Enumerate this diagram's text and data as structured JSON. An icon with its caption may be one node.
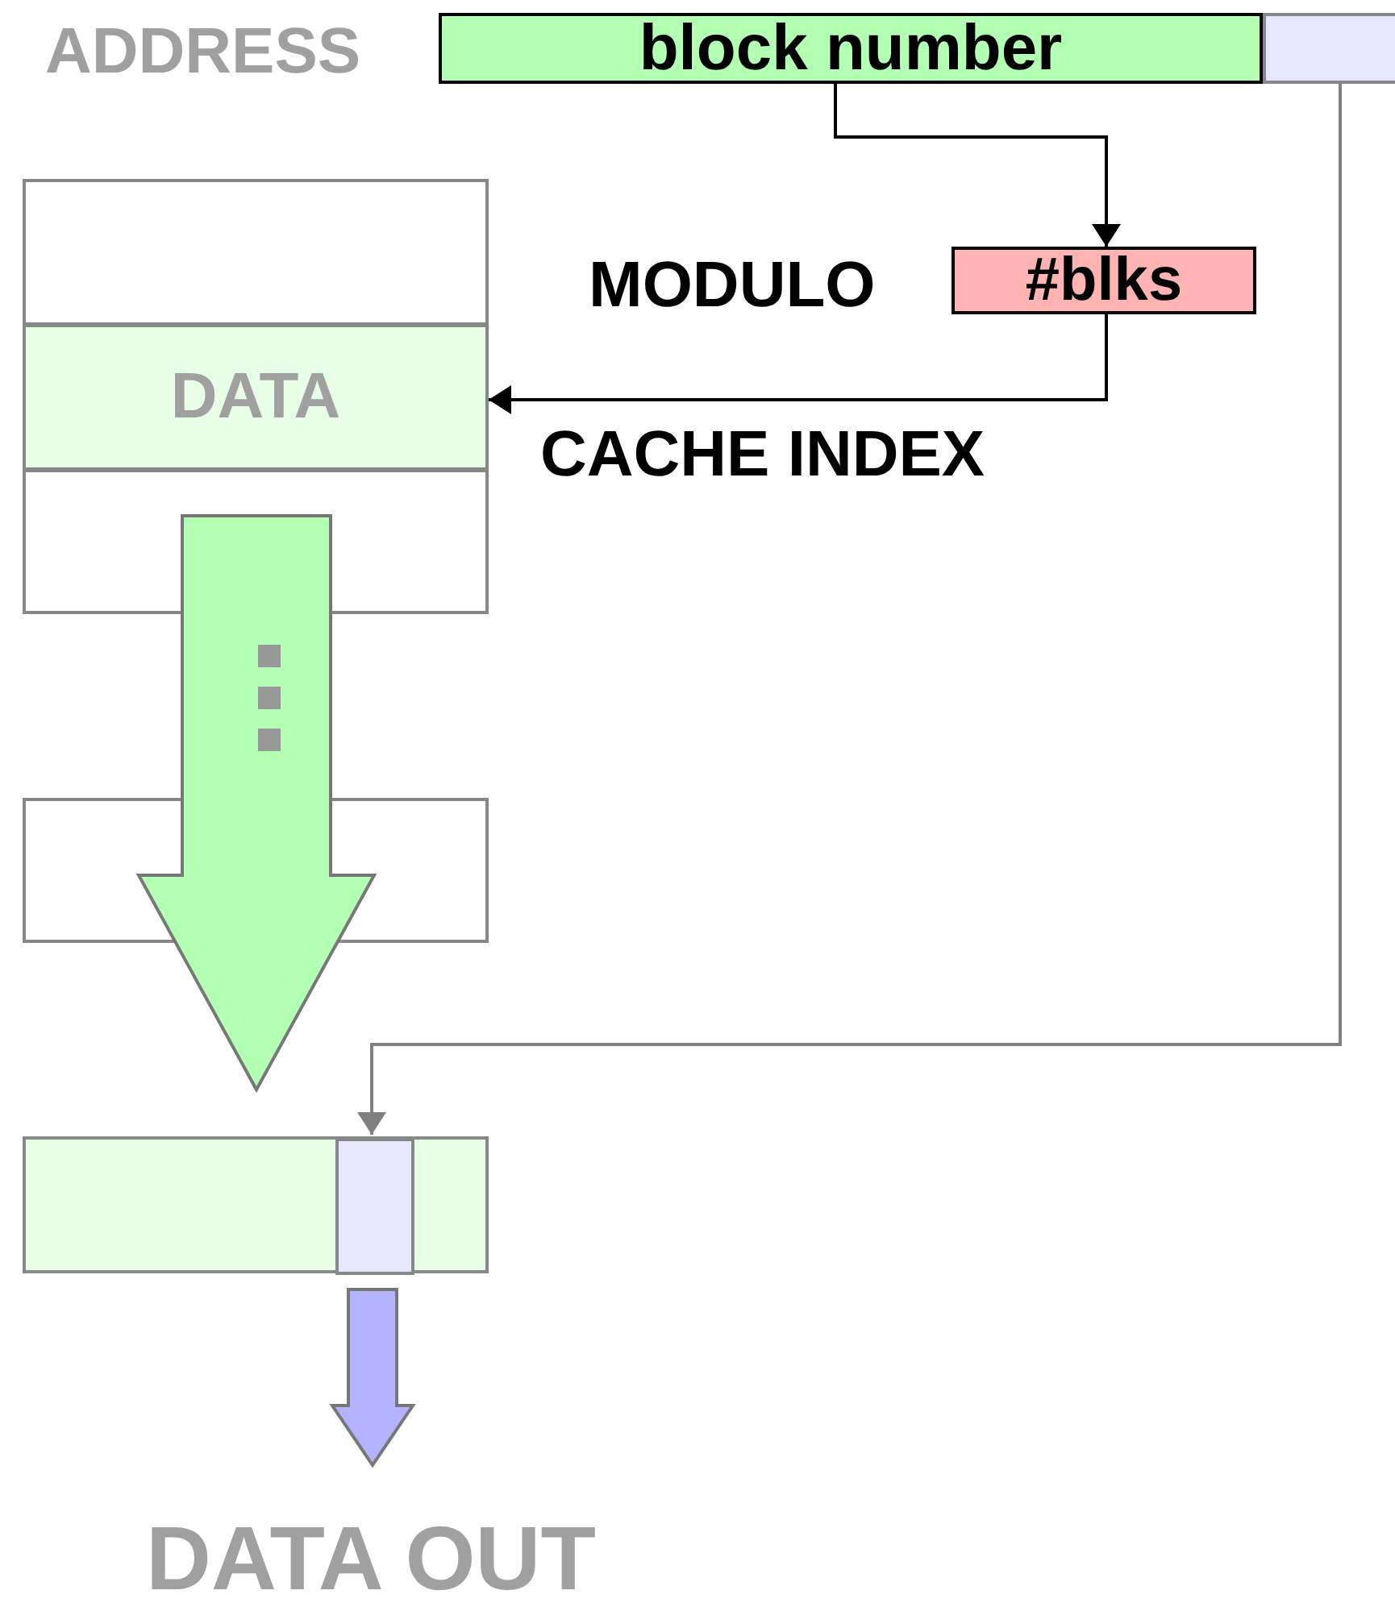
{
  "diagram": {
    "nodes": [
      {
        "text": [
          "block number"
        ]
      },
      {
        "text": [],
        "shape": "box"
      },
      {
        "text": [
          "#blks"
        ],
        "beside": [
          "MODULO"
        ]
      },
      {
        "text": [],
        "shape": "box"
      },
      {
        "text": [
          "DATA"
        ]
      },
      {
        "text": [],
        "shape": "box"
      },
      {
        "text": [],
        "shape": "box"
      },
      {
        "text": [],
        "shape": "box"
      },
      {
        "text": [],
        "shape": "box",
        "in": 7
      },
      {
        "text": [
          "DATA OUT"
        ]
      }
    ],
    "edges": [
      {
        "from": 0,
        "to": 2,
        "arrow": "to"
      },
      {
        "from": 2,
        "to": 4,
        "arrow": "to",
        "label": "CACHE INDEX"
      },
      {
        "from": 1,
        "to": 8,
        "arrow": "to",
        "color": "#808080"
      },
      {
        "from": 4,
        "to": 7,
        "arrow": "to",
        "style": "thick",
        "color": "#b3ffb3"
      },
      {
        "from": 8,
        "to": 9,
        "arrow": "to",
        "style": "thick",
        "color": "#b3b3ff"
      }
    ],
    "labels": [
      "ADDRESS"
    ]
  }
}
